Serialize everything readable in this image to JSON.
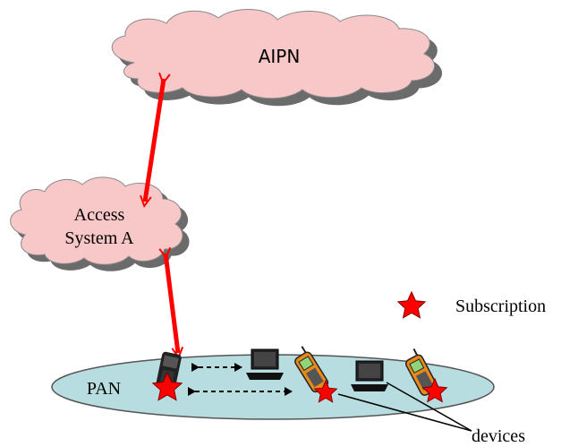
{
  "labels": {
    "aipn": "AIPN",
    "access_system_line1": "Access",
    "access_system_line2": "System A",
    "pan": "PAN",
    "subscription": "Subscription",
    "devices": "devices"
  },
  "colors": {
    "cloud_fill": "#f8c8c8",
    "cloud_shadow": "#6b6b6b",
    "pan_fill": "#b8dde0",
    "link_red": "#ff0000",
    "star_red": "#ff0000",
    "phone_orange": "#e88a1a"
  },
  "icons": [
    "star-icon",
    "laptop-icon",
    "mobile-phone-icon",
    "pda-icon",
    "double-arrow-icon"
  ]
}
